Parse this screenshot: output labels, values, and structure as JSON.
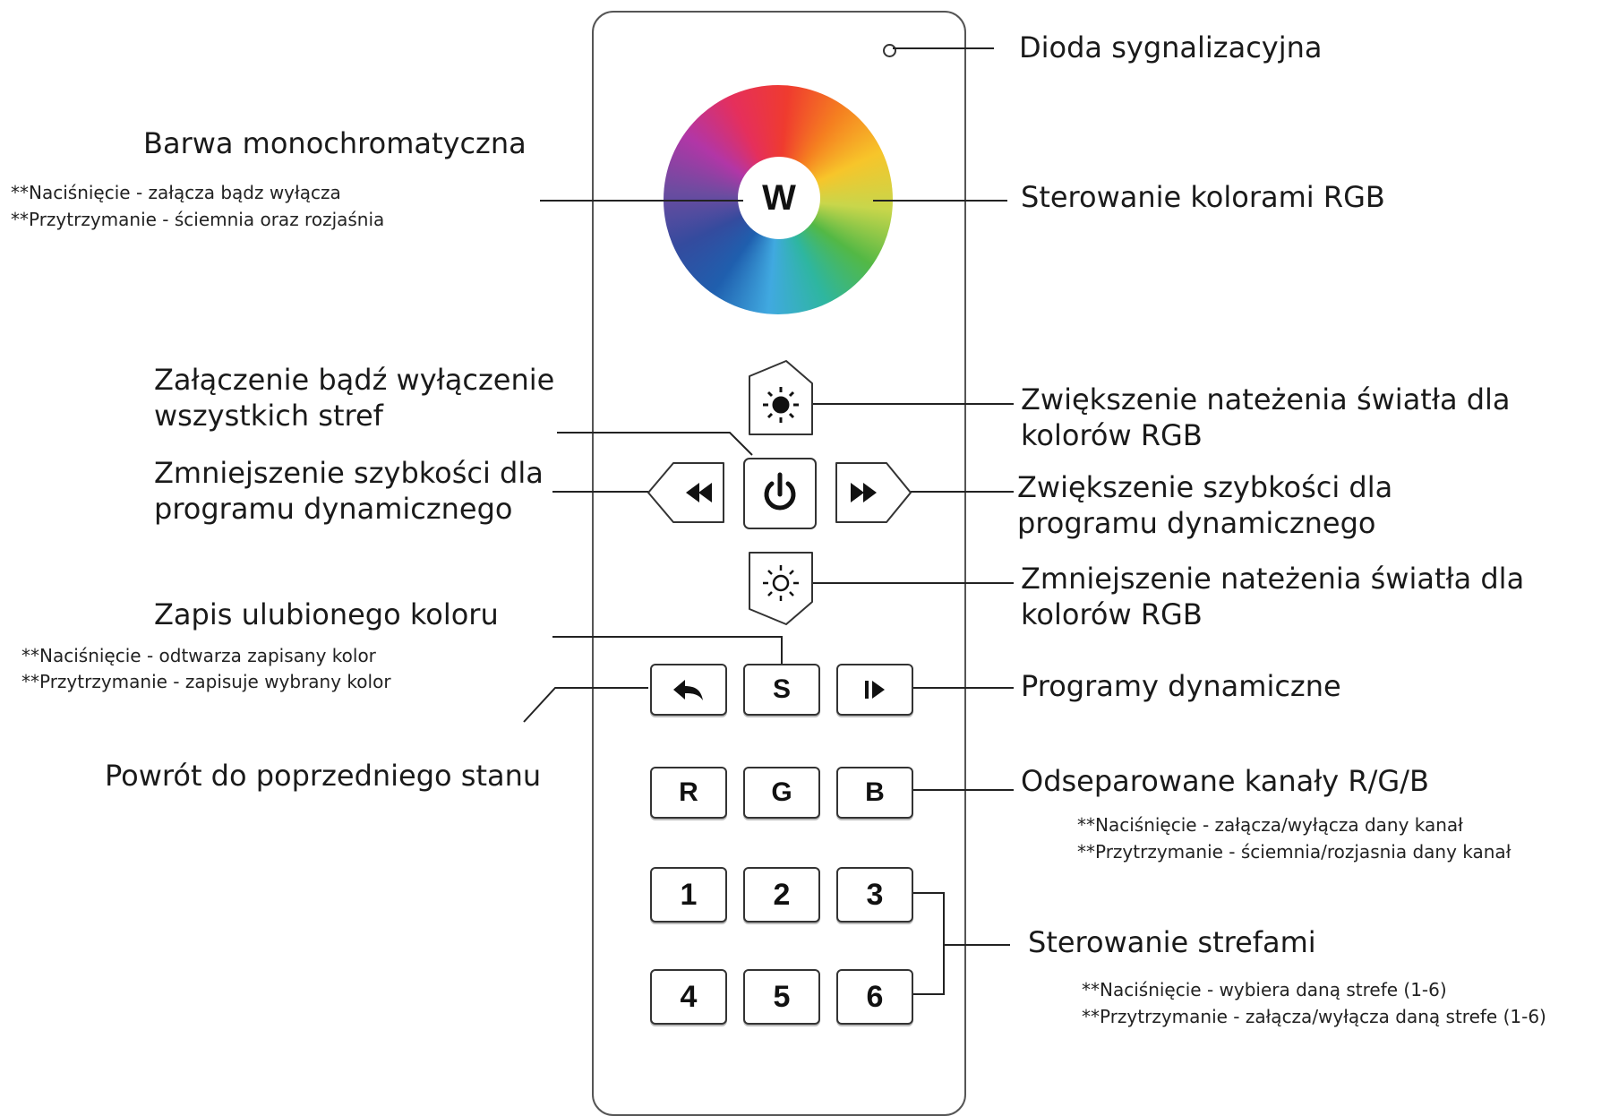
{
  "remote": {
    "wheel_center_label": "W",
    "buttons": {
      "save": "S",
      "r": "R",
      "g": "G",
      "b": "B",
      "zones": [
        "1",
        "2",
        "3",
        "4",
        "5",
        "6"
      ]
    }
  },
  "labels": {
    "led": "Dioda sygnalizacyjna",
    "mono_title": "Barwa monochromatyczna",
    "mono_note1": "**Naciśnięcie - załącza bądz wyłącza",
    "mono_note2": "**Przytrzymanie - ściemnia oraz  rozjaśnia",
    "rgb_control": "Sterowanie kolorami RGB",
    "all_zones_line1": "Załączenie bądź wyłączenie",
    "all_zones_line2": "wszystkich stref",
    "brightness_up_line1": "Zwiększenie nateżenia światła dla",
    "brightness_up_line2": "kolorów RGB",
    "speed_down_line1": "Zmniejszenie szybkości dla",
    "speed_down_line2": "programu dynamicznego",
    "speed_up_line1": "Zwiększenie szybkości dla",
    "speed_up_line2": "programu dynamicznego",
    "brightness_down_line1": "Zmniejszenie nateżenia światła dla",
    "brightness_down_line2": "kolorów RGB",
    "favorite_title": "Zapis ulubionego koloru",
    "favorite_note1": "**Naciśnięcie - odtwarza zapisany kolor",
    "favorite_note2": "**Przytrzymanie - zapisuje wybrany kolor",
    "programs": "Programy dynamiczne",
    "back": "Powrót do poprzedniego stanu",
    "channels": "Odseparowane kanały R/G/B",
    "channels_note1": "**Naciśnięcie - załącza/wyłącza dany kanał",
    "channels_note2": "**Przytrzymanie - ściemnia/rozjasnia dany kanał",
    "zones": "Sterowanie strefami",
    "zones_note1": "**Naciśnięcie - wybiera daną strefe (1-6)",
    "zones_note2": "**Przytrzymanie - załącza/wyłącza daną strefe (1-6)"
  },
  "colors": {
    "outline": "#333333",
    "text": "#1a1a1a"
  },
  "icons": [
    "sun-icon",
    "power-icon",
    "rewind-icon",
    "fast-forward-icon",
    "sun-outline-icon",
    "back-arrow-icon",
    "play-icon"
  ]
}
